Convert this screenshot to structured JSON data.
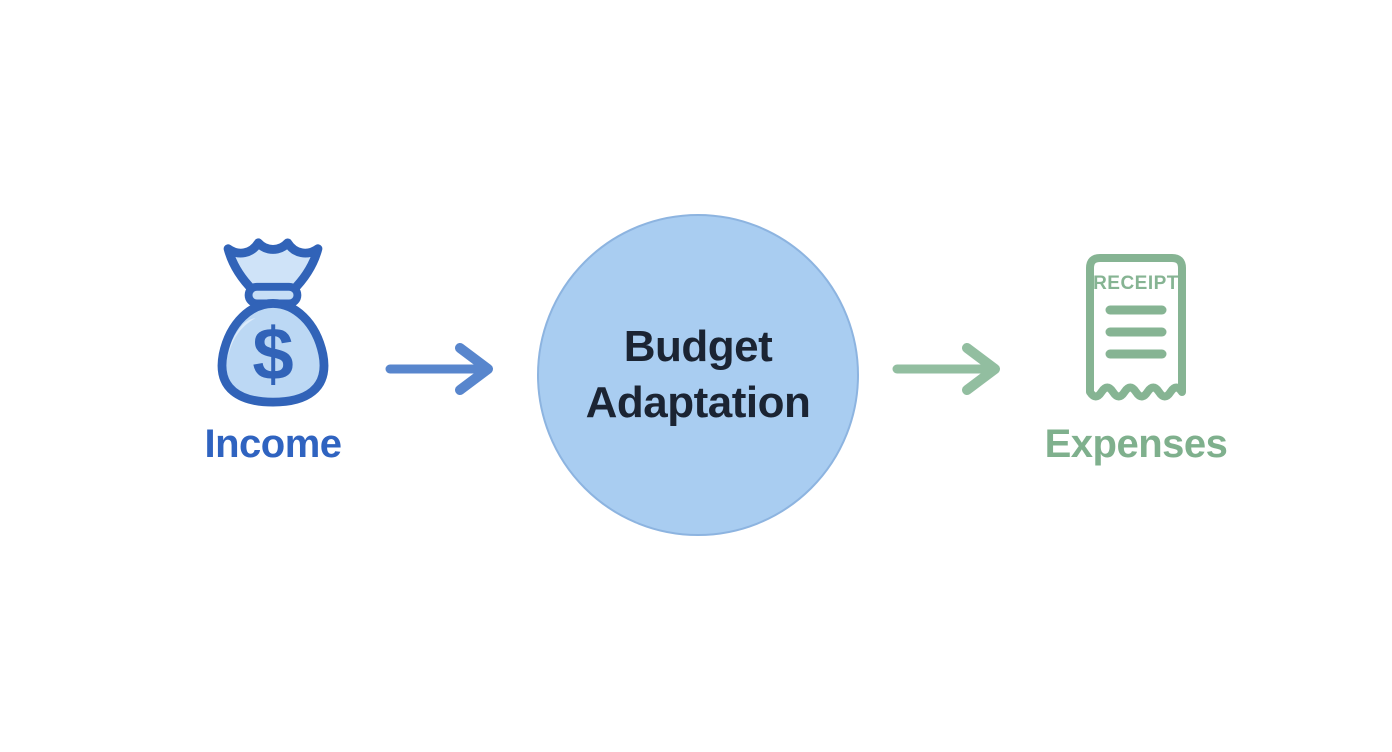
{
  "diagram": {
    "type": "flow",
    "background": "#ffffff",
    "nodes": {
      "income": {
        "label": "Income",
        "icon": "money-bag-icon",
        "dollar_symbol": "$",
        "label_color": "#2f63c0",
        "icon_outline_color": "#3163b8",
        "icon_fill_color": "#bcd8f4"
      },
      "center": {
        "label": "Budget Adaptation",
        "shape": "circle",
        "fill_color": "#a9cdf1",
        "border_color": "#8db4e0",
        "text_color": "#1b2433"
      },
      "expenses": {
        "label": "Expenses",
        "icon": "receipt-icon",
        "receipt_header": "RECEIPT",
        "label_color": "#7fb08d",
        "icon_color": "#86b493"
      }
    },
    "arrows": [
      {
        "from": "Income",
        "to": "Budget Adaptation",
        "direction": "right",
        "color": "#5886cd"
      },
      {
        "from": "Budget Adaptation",
        "to": "Expenses",
        "direction": "right",
        "color": "#92bea0"
      }
    ]
  }
}
